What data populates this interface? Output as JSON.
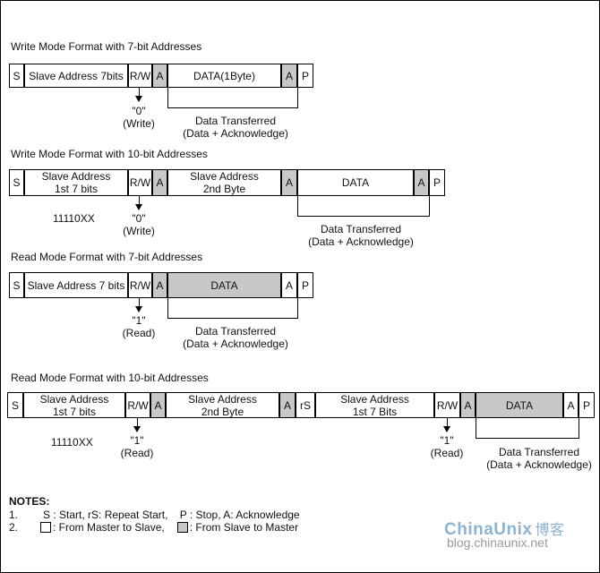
{
  "diagrams": [
    {
      "title": "Write Mode Format with 7-bit Addresses",
      "cells": [
        {
          "label": "S",
          "by": "master"
        },
        {
          "label": "Slave Address 7bits",
          "by": "master"
        },
        {
          "label": "R/W",
          "by": "master"
        },
        {
          "label": "A",
          "by": "slave"
        },
        {
          "label": "DATA(1Byte)",
          "by": "master"
        },
        {
          "label": "A",
          "by": "slave"
        },
        {
          "label": "P",
          "by": "master"
        }
      ],
      "rw_note": "\"0\"\n(Write)",
      "bracket_label": "Data Transferred\n(Data + Acknowledge)"
    },
    {
      "title": "Write Mode Format with 10-bit Addresses",
      "cells": [
        {
          "label": "S",
          "by": "master"
        },
        {
          "label": "Slave Address\n1st 7 bits",
          "by": "master"
        },
        {
          "label": "R/W",
          "by": "master"
        },
        {
          "label": "A",
          "by": "slave"
        },
        {
          "label": "Slave Address\n2nd Byte",
          "by": "master"
        },
        {
          "label": "A",
          "by": "slave"
        },
        {
          "label": "DATA",
          "by": "master"
        },
        {
          "label": "A",
          "by": "slave"
        },
        {
          "label": "P",
          "by": "master"
        }
      ],
      "address_note": "11110XX",
      "rw_note": "\"0\"\n(Write)",
      "bracket_label": "Data Transferred\n(Data + Acknowledge)"
    },
    {
      "title": "Read Mode Format with 7-bit Addresses",
      "cells": [
        {
          "label": "S",
          "by": "master"
        },
        {
          "label": "Slave Address 7 bits",
          "by": "master"
        },
        {
          "label": "R/W",
          "by": "master"
        },
        {
          "label": "A",
          "by": "slave"
        },
        {
          "label": "DATA",
          "by": "slave"
        },
        {
          "label": "A",
          "by": "master"
        },
        {
          "label": "P",
          "by": "master"
        }
      ],
      "rw_note": "\"1\"\n(Read)",
      "bracket_label": "Data Transferred\n(Data + Acknowledge)"
    },
    {
      "title": "Read Mode Format with 10-bit Addresses",
      "cells": [
        {
          "label": "S",
          "by": "master"
        },
        {
          "label": "Slave Address\n1st 7 bits",
          "by": "master"
        },
        {
          "label": "R/W",
          "by": "master"
        },
        {
          "label": "A",
          "by": "slave"
        },
        {
          "label": "Slave Address\n2nd Byte",
          "by": "master"
        },
        {
          "label": "A",
          "by": "slave"
        },
        {
          "label": "rS",
          "by": "master"
        },
        {
          "label": "Slave Address\n1st 7 Bits",
          "by": "master"
        },
        {
          "label": "R/W",
          "by": "master"
        },
        {
          "label": "A",
          "by": "slave"
        },
        {
          "label": "DATA",
          "by": "slave"
        },
        {
          "label": "A",
          "by": "master"
        },
        {
          "label": "P",
          "by": "master"
        }
      ],
      "address_note": "11110XX",
      "rw_note": "\"1\"\n(Read)",
      "rw_note_2": "\"1\"\n(Read)",
      "bracket_label": "Data Transferred\n(Data + Acknowledge)"
    }
  ],
  "notes": {
    "heading": "NOTES:",
    "line1_num": "1.",
    "line1_text": "S : Start, rS: Repeat Start,    P : Stop, A: Acknowledge",
    "line2_num": "2.",
    "line2_master": ": From Master to Slave,",
    "line2_slave": ": From Slave to Master"
  },
  "colors": {
    "master_fill": "#ffffff",
    "slave_fill": "#c8c8c8",
    "stroke": "#000000"
  },
  "watermark": {
    "brand": "ChinaUnix",
    "brand_cn": "博客",
    "url": "blog.chinaunix.net"
  }
}
